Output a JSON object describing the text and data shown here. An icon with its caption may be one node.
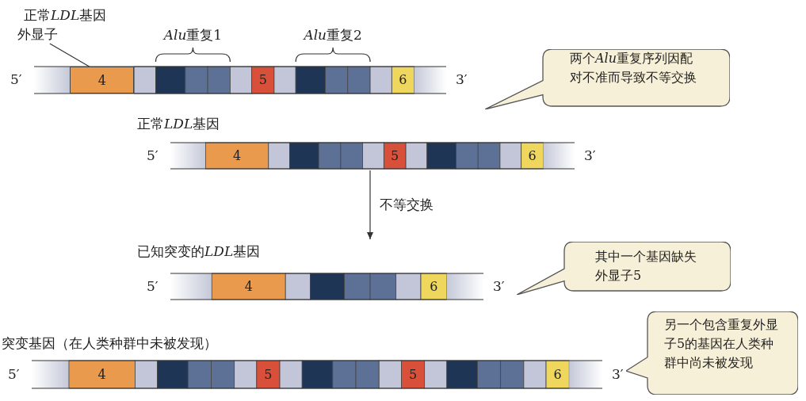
{
  "diagram": {
    "nodes": [
      {
        "text": [
          "正常LDL基因",
          "5′",
          "3′"
        ]
      },
      {
        "text": [
          "4"
        ],
        "in": 0
      },
      {
        "text": [
          "外显子"
        ],
        "in": 0
      },
      {
        "text": [
          "两个Alu重复序列因配对不准而导致不等交换"
        ]
      },
      {
        "text": [
          "正常LDL基因",
          "5′",
          "3′"
        ]
      },
      {
        "text": [
          "已知突变的LDL基因",
          "5′",
          "3′"
        ]
      },
      {
        "text": [
          "其中一个基因缺失外显子5"
        ]
      },
      {
        "text": [
          "突变基因（在人类种群中未被发现）",
          "5′",
          "3′"
        ]
      },
      {
        "text": [
          "另一个包含重复外显子5的基因在人类种群中尚未被发现"
        ]
      }
    ],
    "edges": [
      {
        "from": 2,
        "to": 1,
        "arrow": "none"
      },
      {
        "from": 4,
        "to": 5,
        "arrow": "to",
        "label": "不等交换"
      }
    ],
    "labels": [
      "Alu重复1",
      "Alu重复2",
      "5",
      "6",
      "4",
      "5",
      "6",
      "4",
      "6",
      "4",
      "5",
      "5",
      "6"
    ]
  }
}
